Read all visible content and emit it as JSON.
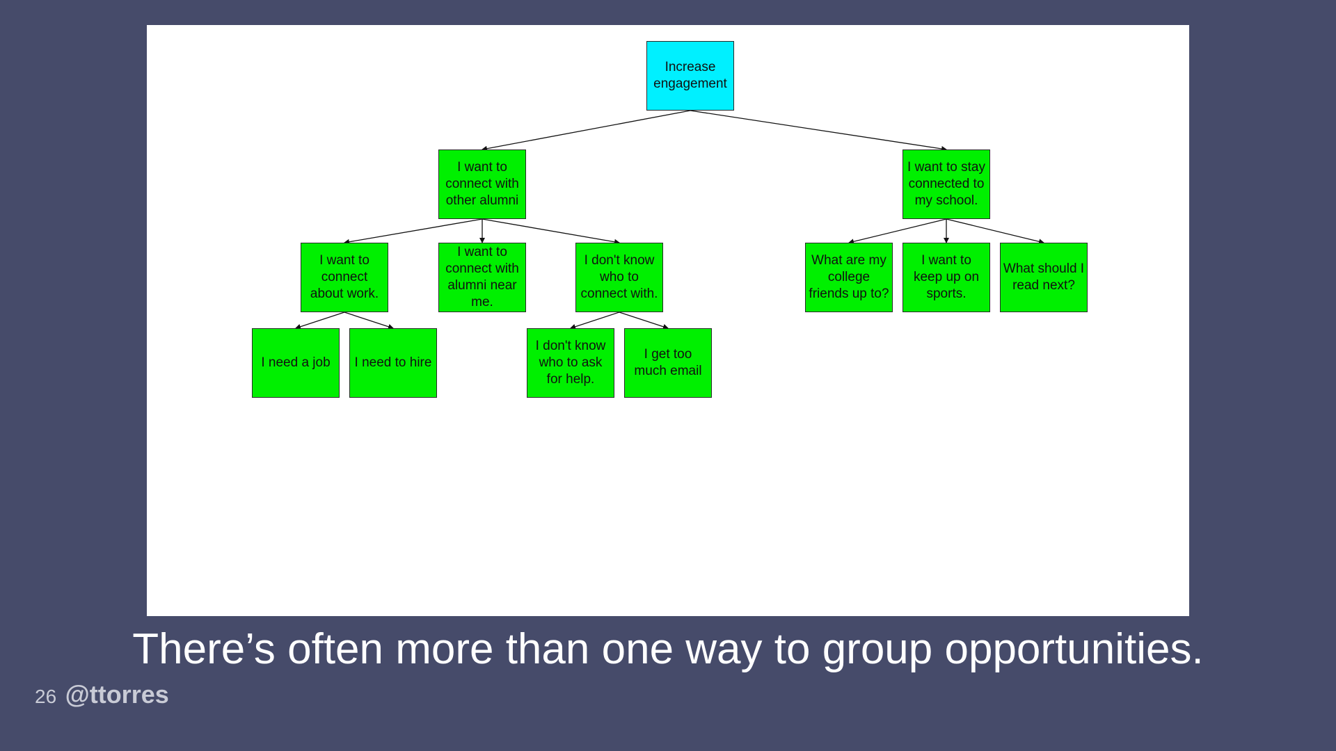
{
  "diagram": {
    "colors": {
      "root": "#00f0ff",
      "node": "#00f000",
      "edge": "#111111"
    },
    "root": {
      "label": "Increase engagement"
    },
    "branches": [
      {
        "label": "I want to connect with other alumni",
        "children": [
          {
            "label": "I want to connect about work.",
            "children": [
              {
                "label": "I need a job"
              },
              {
                "label": "I need to hire"
              }
            ]
          },
          {
            "label": "I want to connect with alumni near me."
          },
          {
            "label": "I don't know who to connect with.",
            "children": [
              {
                "label": "I don't know who to ask for help."
              },
              {
                "label": "I get too much email"
              }
            ]
          }
        ]
      },
      {
        "label": "I want to stay connected to my school.",
        "children": [
          {
            "label": "What are my college friends up to?"
          },
          {
            "label": "I want to keep up on sports."
          },
          {
            "label": "What should I read next?"
          }
        ]
      }
    ]
  },
  "caption": "There’s often more than one way to group opportunities.",
  "footer": {
    "page_number": "26",
    "handle": "@ttorres"
  }
}
